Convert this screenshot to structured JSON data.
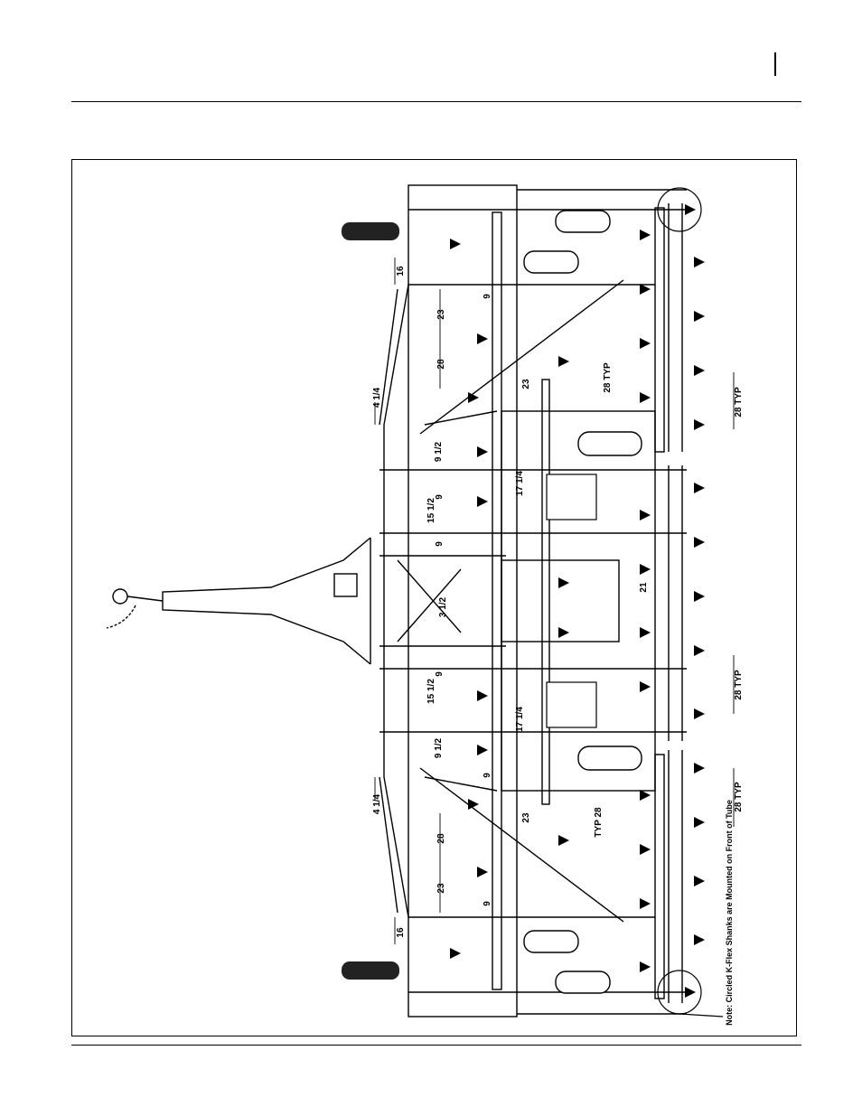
{
  "dimensions": {
    "top": [
      "16",
      "23",
      "28",
      "4 1/4",
      "9 1/2",
      "15 1/2",
      "9",
      "3 1/2",
      "9",
      "15 1/2",
      "9 1/2",
      "4 1/4",
      "28",
      "23",
      "16"
    ],
    "inner": [
      "9",
      "23",
      "28 TYP",
      "17 1/4",
      "9",
      "17 1/4",
      "9",
      "TYP 28",
      "23",
      "9"
    ],
    "bottom": [
      "28 TYP",
      "28 TYP",
      "28 TYP"
    ],
    "center": "21"
  },
  "note": "Note: Circled K-Flex Shanks are Mounted on Front of Tube"
}
